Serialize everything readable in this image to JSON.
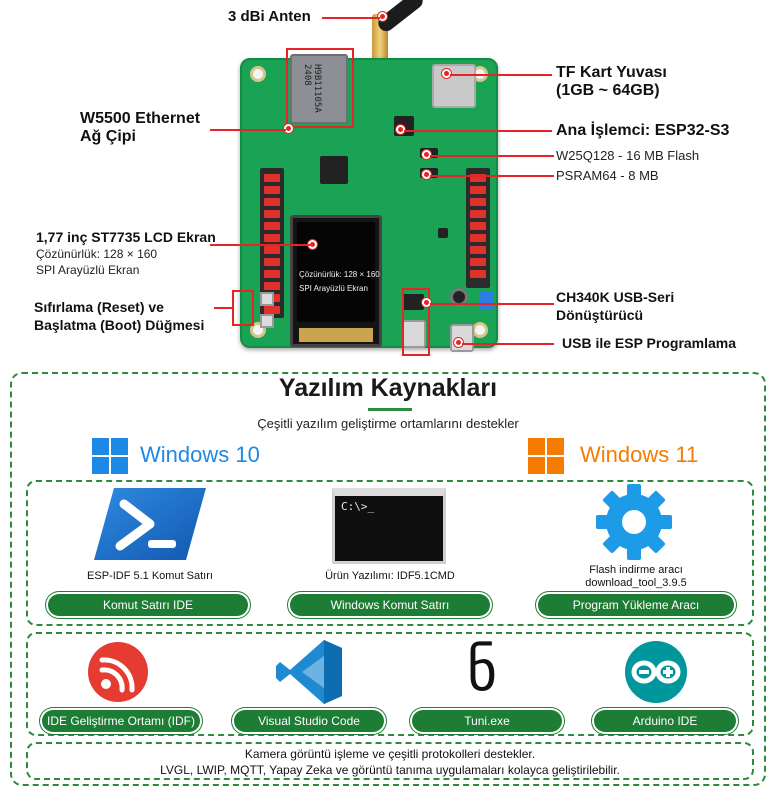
{
  "board": {
    "silk_eth_chip": "H9B11105A 2408",
    "lcd_line1": "Çözünürlük: 128 × 160",
    "lcd_line2": "SPI Arayüzlü Ekran"
  },
  "labels": {
    "antenna": "3 dBi Anten",
    "tf_line1": "TF Kart Yuvası",
    "tf_line2": "(1GB ~ 64GB)",
    "ethernet_line1": "W5500 Ethernet",
    "ethernet_line2": "Ağ Çipi",
    "cpu": "Ana İşlemci: ESP32-S3",
    "flash": "W25Q128 - 16 MB Flash",
    "psram": "PSRAM64 - 8 MB",
    "lcd_title": "1,77 inç ST7735 LCD Ekran",
    "lcd_res": "Çözünürlük: 128 × 160",
    "lcd_spi": "SPI Arayüzlü Ekran",
    "reset_line1": "Sıfırlama (Reset) ve",
    "reset_line2": "Başlatma (Boot) Düğmesi",
    "ch340_line1": "CH340K USB-Seri",
    "ch340_line2": "Dönüştürücü",
    "usb_prog": "USB ile ESP Programlama"
  },
  "software": {
    "title": "Yazılım Kaynakları",
    "subtitle": "Çeşitli yazılım geliştirme ortamlarını destekler",
    "win10": "Windows 10",
    "win11": "Windows 11",
    "colors": {
      "green": "#1e7d34",
      "win10_blue": "#1e88e5",
      "win11_orange": "#f57c00",
      "accent_red": "#e52525"
    },
    "row1": [
      {
        "caption": "ESP-IDF 5.1 Komut Satırı",
        "button": "Komut Satırı IDE",
        "icon": "powershell-icon"
      },
      {
        "caption": "Ürün Yazılımı: IDF5.1CMD",
        "button": "Windows Komut Satırı",
        "icon": "cmd-terminal-icon",
        "terminal_text": "C:\\>_"
      },
      {
        "caption_line1": "Flash indirme aracı",
        "caption_line2": "download_tool_3.9.5",
        "button": "Program Yükleme Aracı",
        "icon": "gear-icon"
      }
    ],
    "row2": [
      {
        "button": "IDE Geliştirme Ortamı (IDF)",
        "icon": "espressif-logo-icon"
      },
      {
        "button": "Visual Studio Code",
        "icon": "vscode-icon"
      },
      {
        "button": "Tuni.exe",
        "icon": "tuni-logo-icon",
        "glyph": "ნ"
      },
      {
        "button": "Arduino IDE",
        "icon": "arduino-logo-icon"
      }
    ],
    "footer_line1": "Kamera görüntü işleme ve çeşitli protokolleri destekler.",
    "footer_line2": "LVGL, LWIP, MQTT, Yapay Zeka ve görüntü tanıma uygulamaları kolayca geliştirilebilir."
  }
}
